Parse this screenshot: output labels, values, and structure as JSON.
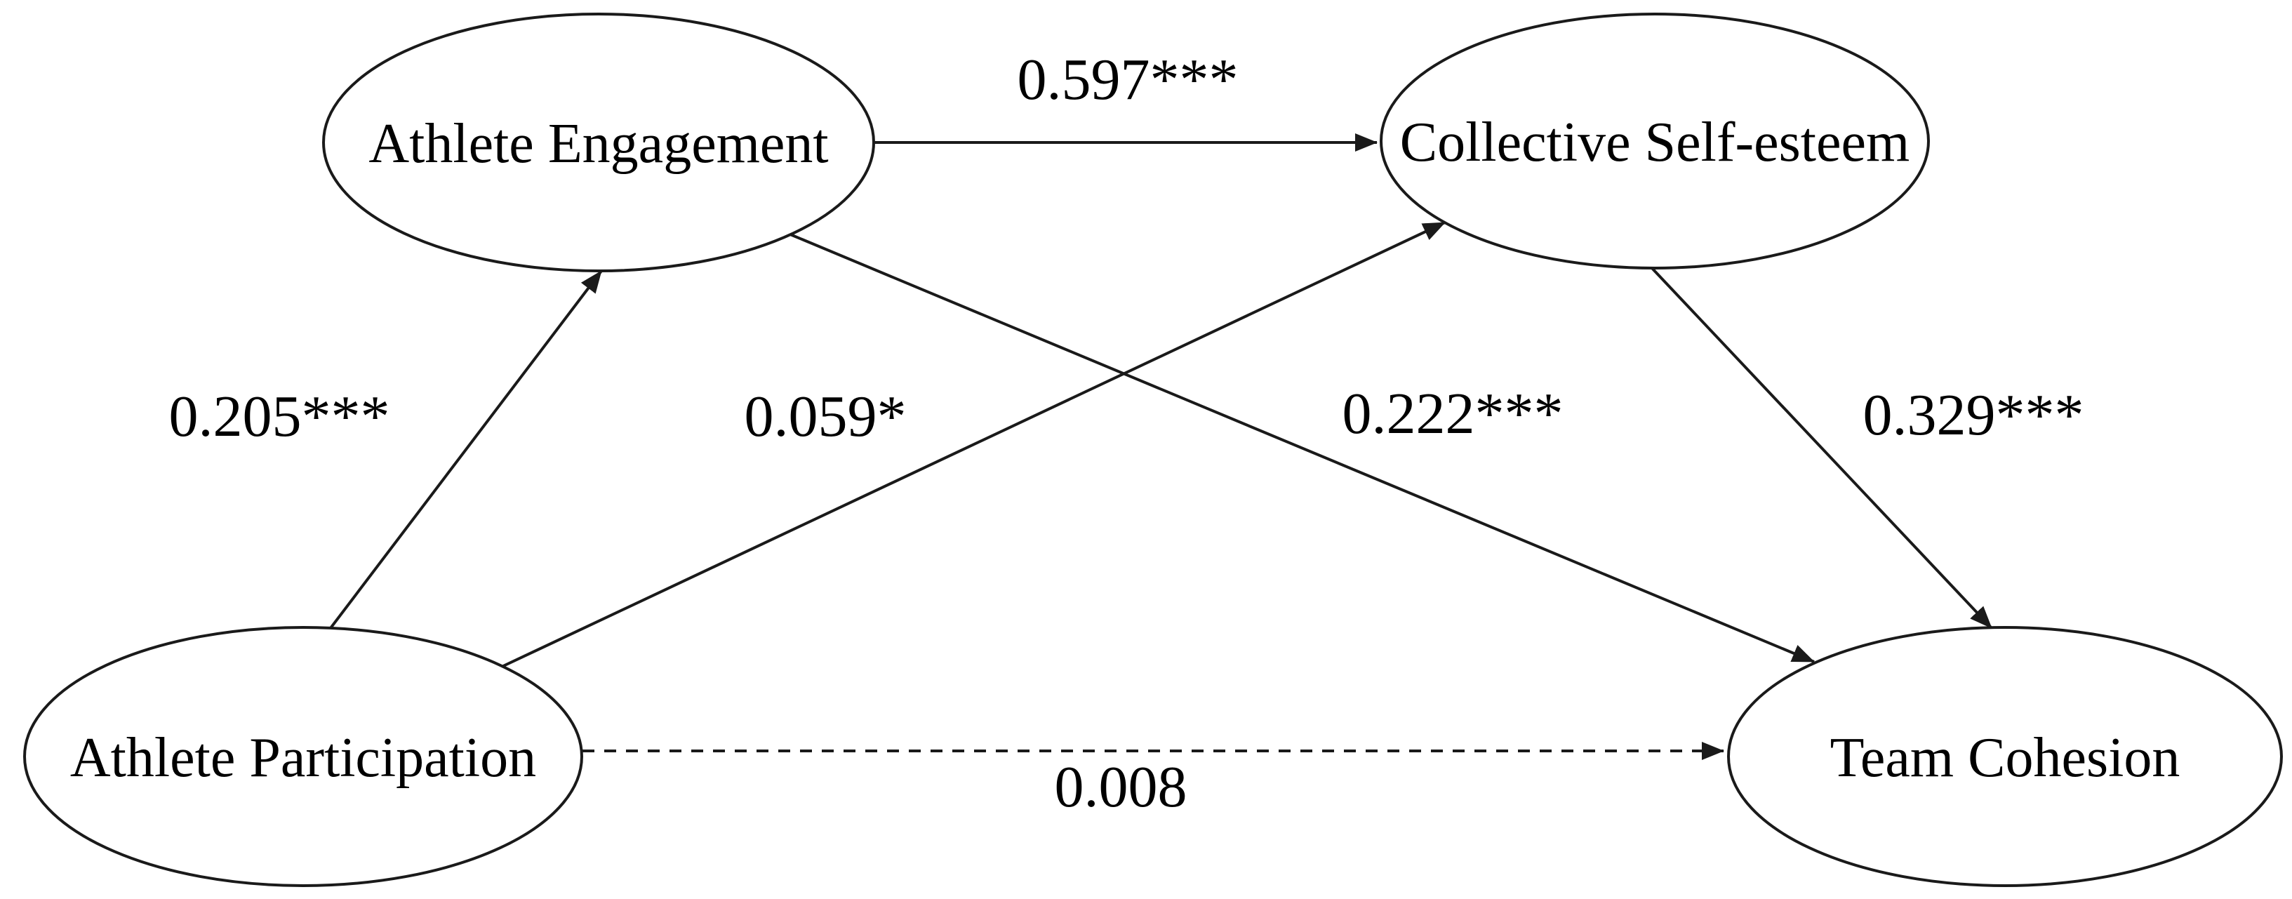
{
  "diagram": {
    "type": "structural-equation-path-model",
    "colors": {
      "background": "#ffffff",
      "node_fill": "#ffffff",
      "stroke": "#1a1a1a",
      "text": "#000000"
    },
    "nodes": [
      {
        "id": "athlete-engagement",
        "label": "Athlete Engagement"
      },
      {
        "id": "collective-self-esteem",
        "label": "Collective Self-esteem"
      },
      {
        "id": "athlete-participation",
        "label": "Athlete Participation"
      },
      {
        "id": "team-cohesion",
        "label": "Team Cohesion"
      }
    ],
    "edges": [
      {
        "from": "Athlete Participation",
        "to": "Athlete Engagement",
        "coefficient": "0.205***",
        "line_style": "solid"
      },
      {
        "from": "Athlete Engagement",
        "to": "Collective Self-esteem",
        "coefficient": "0.597***",
        "line_style": "solid"
      },
      {
        "from": "Athlete Participation",
        "to": "Collective Self-esteem",
        "coefficient": "0.059*",
        "line_style": "solid"
      },
      {
        "from": "Athlete Engagement",
        "to": "Team Cohesion",
        "coefficient": "0.222***",
        "line_style": "solid"
      },
      {
        "from": "Collective Self-esteem",
        "to": "Team Cohesion",
        "coefficient": "0.329***",
        "line_style": "solid"
      },
      {
        "from": "Athlete Participation",
        "to": "Team Cohesion",
        "coefficient": "0.008",
        "line_style": "dashed"
      }
    ]
  }
}
